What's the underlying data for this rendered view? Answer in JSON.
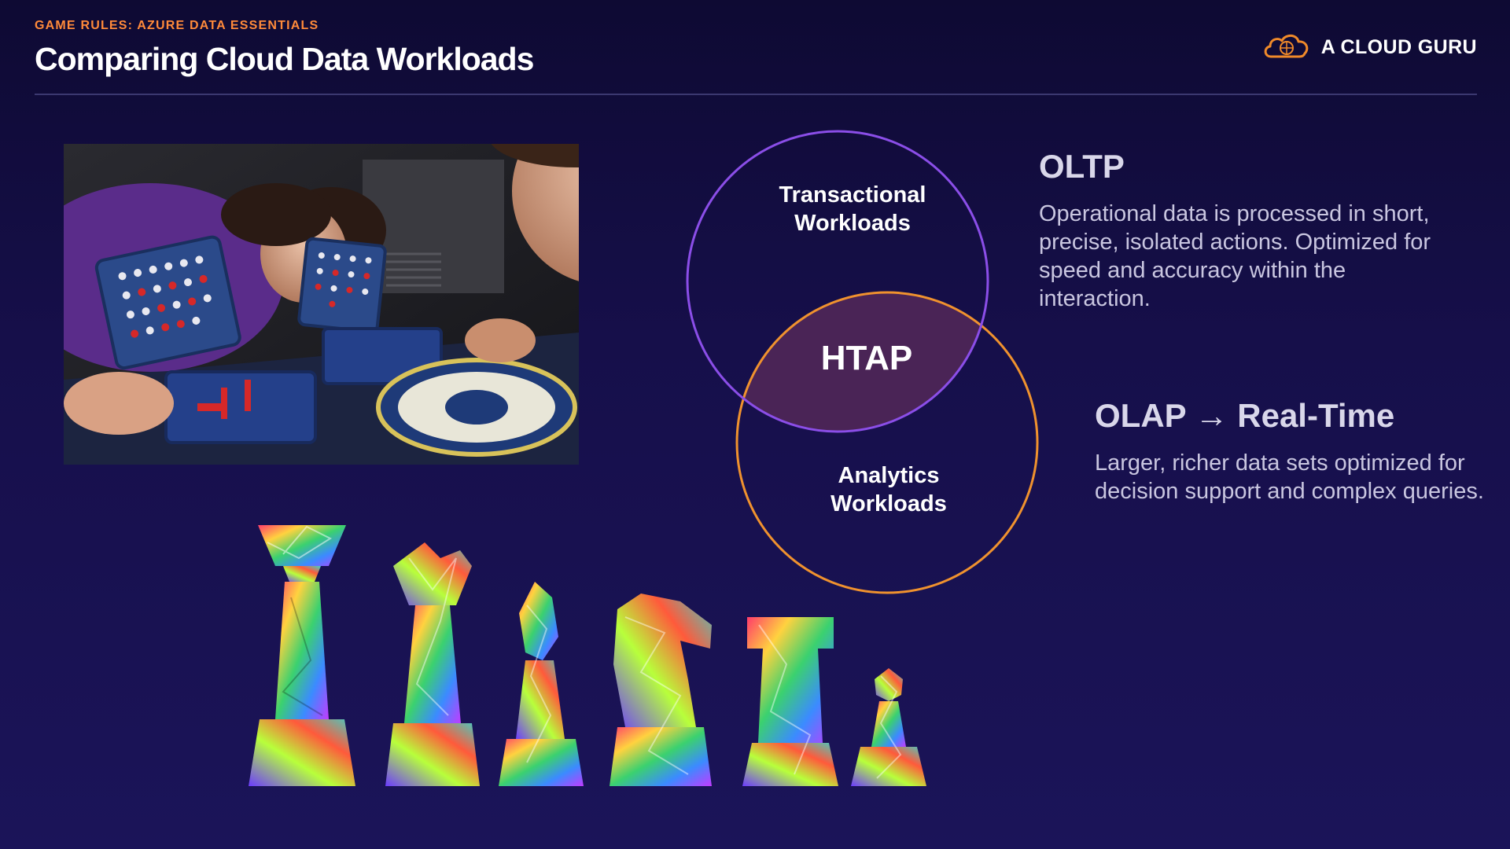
{
  "header": {
    "eyebrow": "GAME RULES: AZURE DATA ESSENTIALS",
    "title": "Comparing Cloud Data Workloads"
  },
  "brand": {
    "name": "A CLOUD GURU",
    "logo_icon": "cloud-logo-icon",
    "logo_color": "#f08a2a"
  },
  "venn": {
    "top_circle_label": "Transactional Workloads",
    "bottom_circle_label": "Analytics Workloads",
    "overlap_label": "HTAP",
    "top_circle_color": "#8b4ee8",
    "bottom_circle_color": "#f0922e",
    "overlap_fill": "#4a2456"
  },
  "oltp": {
    "heading": "OLTP",
    "body": "Operational data is processed in short, precise, isolated actions. Optimized for speed and accuracy within the interaction."
  },
  "olap": {
    "heading": "OLAP → Real-Time",
    "body": "Larger, richer data sets optimized for decision support and complex queries."
  },
  "photo": {
    "icon": "battleship-board-game-photo"
  },
  "chess": {
    "icon": "low-poly-chess-pieces",
    "pieces": [
      "king",
      "queen",
      "bishop",
      "knight",
      "rook",
      "pawn"
    ]
  },
  "colors": {
    "background": "#160f4a",
    "accent_orange": "#ff8a3a",
    "divider": "#3b3870"
  }
}
